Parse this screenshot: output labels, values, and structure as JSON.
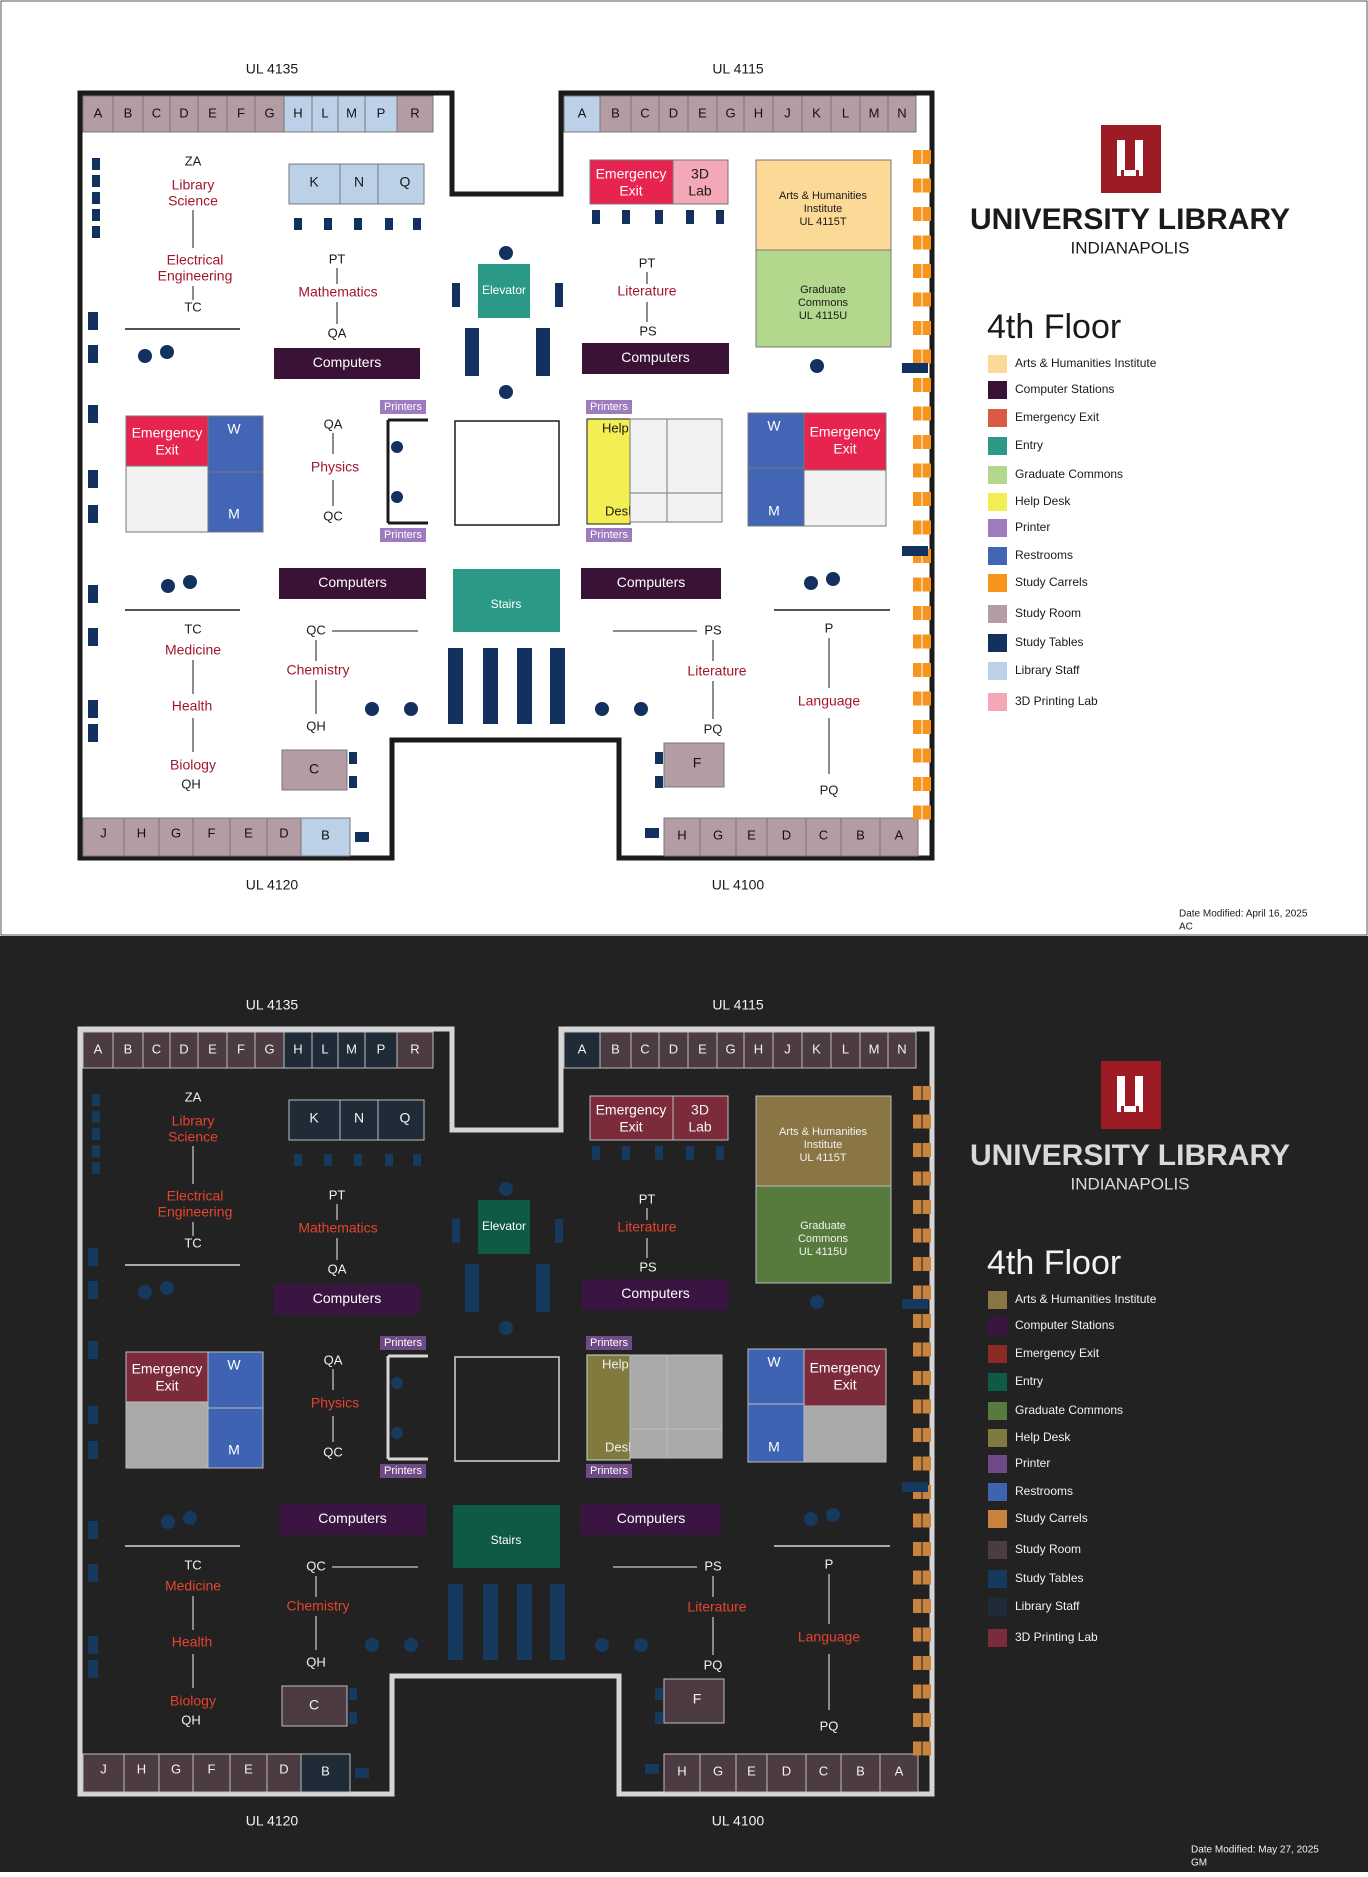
{
  "logo": {
    "title": "UNIVERSITY LIBRARY",
    "subtitle": "INDIANAPOLIS"
  },
  "floor_title": "4th Floor",
  "room_numbers": {
    "nw": "UL 4135",
    "ne": "UL 4115",
    "sw": "UL 4120",
    "se": "UL 4100"
  },
  "study_rooms": {
    "top_left": [
      "A",
      "B",
      "C",
      "D",
      "E",
      "F",
      "G",
      "H",
      "L",
      "M",
      "P",
      "R"
    ],
    "top_right": [
      "A",
      "B",
      "C",
      "D",
      "E",
      "G",
      "H",
      "J",
      "K",
      "L",
      "M",
      "N"
    ],
    "bottom_left": [
      "J",
      "H",
      "G",
      "F",
      "E",
      "D",
      "B"
    ],
    "bottom_right": [
      "H",
      "G",
      "E",
      "D",
      "C",
      "B",
      "A"
    ],
    "staff_kq": [
      "K",
      "N",
      "Q"
    ],
    "c_room": "C",
    "f_room": "F"
  },
  "labels": {
    "emergency_exit": "Emergency Exit",
    "lab_3d": "3D Lab",
    "ahi": [
      "Arts & Humanities",
      "Institute",
      "UL 4115T"
    ],
    "gc": [
      "Graduate",
      "Commons",
      "UL 4115U"
    ],
    "elevator": "Elevator",
    "stairs": "Stairs",
    "computers": "Computers",
    "printers": "Printers",
    "help": "Help",
    "desk": "Desk",
    "w": "W",
    "m": "M"
  },
  "callnumbers": {
    "za": "ZA",
    "library_science": [
      "Library",
      "Science"
    ],
    "electrical_engineering": [
      "Electrical",
      "Engineering"
    ],
    "tc": "TC",
    "pt": "PT",
    "mathematics": "Mathematics",
    "qa": "QA",
    "literature": "Literature",
    "ps": "PS",
    "physics": "Physics",
    "qc": "QC",
    "medicine": "Medicine",
    "health": "Health",
    "biology": "Biology",
    "qh": "QH",
    "chemistry": "Chemistry",
    "pq": "PQ",
    "p": "P",
    "language": "Language"
  },
  "legend_items": [
    "Arts & Humanities Institute",
    "Computer Stations",
    "Emergency Exit",
    "Entry",
    "Graduate Commons",
    "Help Desk",
    "Printer",
    "Restrooms",
    "Study Carrels",
    "Study Room",
    "Study Tables",
    "Library Staff",
    "3D Printing Lab"
  ],
  "variants": [
    {
      "theme": "light",
      "date_modified": "Date Modified: April 16, 2025",
      "initials": "AC",
      "colors": {
        "bg": "#ffffff",
        "fg": "#1a1a1a",
        "wall": "#1a1a1a",
        "callnum": "#a3162c",
        "ahi": "#fcd997",
        "computer": "#3a1235",
        "exit": "#e7234f",
        "entry": "#2a9a86",
        "gc": "#b3d88d",
        "help": "#f4ee55",
        "printer": "#9c7bbe",
        "restroom": "#4365b5",
        "carrel": "#f7941d",
        "studyroom": "#b49ca4",
        "table": "#13315f",
        "staff": "#bcd1e8",
        "lab3d": "#f4a7b6",
        "legend_exit": "#d95b43",
        "emptyroom": "#f2f2f2",
        "roomline": "#777777",
        "logo_red": "#9d1b25",
        "logo_text": "#1a1a1a"
      }
    },
    {
      "theme": "dark",
      "date_modified": "Date Modified: May 27, 2025",
      "initials": "GM",
      "colors": {
        "bg": "#222222",
        "fg": "#f2f2f2",
        "wall": "#d6d6d6",
        "callnum": "#e5442e",
        "ahi": "#8a7544",
        "computer": "#3b1542",
        "exit": "#7c2b3a",
        "entry": "#0e5a44",
        "gc": "#567b3d",
        "help": "#807a3f",
        "printer": "#6f4a86",
        "restroom": "#3e63b3",
        "carrel": "#c8843e",
        "studyroom": "#4c3b42",
        "table": "#16395e",
        "staff": "#1f2b37",
        "lab3d": "#7c2b3a",
        "legend_exit": "#8c2a24",
        "emptyroom": "#a9a9a9",
        "roomline": "#bdbdbd",
        "logo_red": "#9d1b25",
        "logo_text": "#d9d9d9"
      }
    }
  ]
}
